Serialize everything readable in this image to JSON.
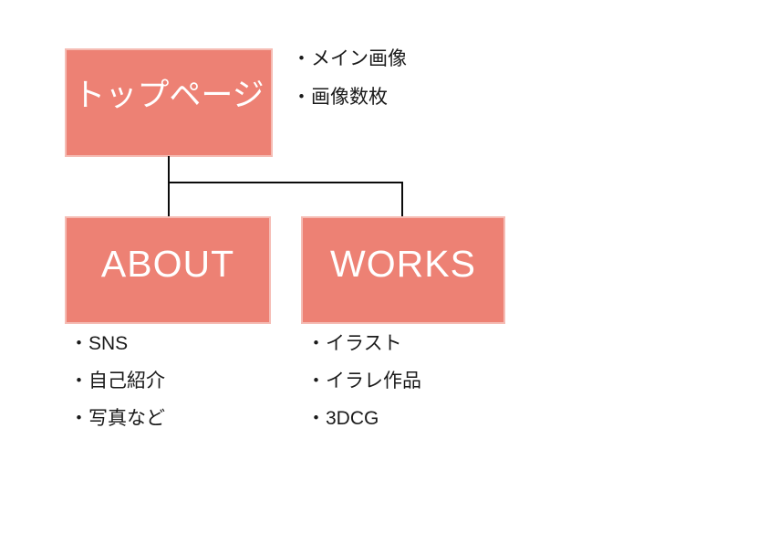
{
  "diagram": {
    "type": "sitemap-tree",
    "nodes": [
      {
        "id": "top-page",
        "label": "トップページ",
        "notes": [
          "・メイン画像",
          "・画像数枚"
        ]
      },
      {
        "id": "about",
        "label": "ABOUT",
        "notes": [
          "・SNS",
          "・自己紹介",
          "・写真など"
        ]
      },
      {
        "id": "works",
        "label": "WORKS",
        "notes": [
          "・イラスト",
          "・イラレ作品",
          "・3DCG"
        ]
      }
    ],
    "edges": [
      {
        "from": "トップページ",
        "to": "ABOUT"
      },
      {
        "from": "トップページ",
        "to": "WORKS"
      }
    ],
    "colors": {
      "background": "#FFFFFF",
      "node_fill": "#ED8174",
      "node_border": "#F5BCB4",
      "node_text": "#FFFFFF",
      "note_text": "#1A1A1A",
      "connector": "#0B0B0B"
    }
  }
}
